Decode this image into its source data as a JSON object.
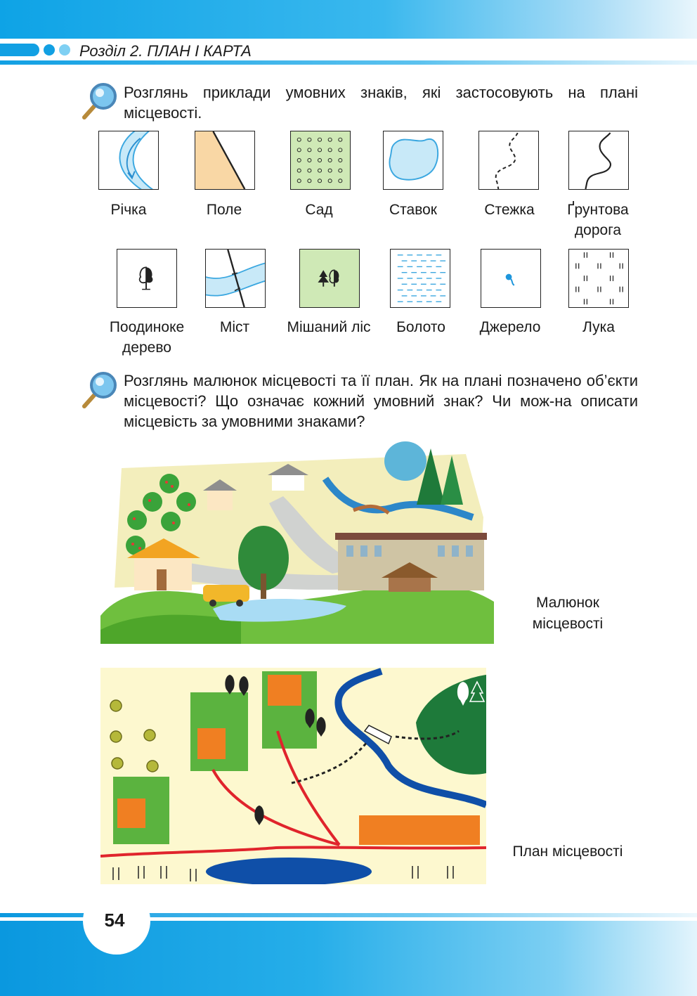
{
  "header": {
    "section_title": "Розділ 2. ПЛАН І КАРТА"
  },
  "tasks": {
    "task1": "Розглянь приклади умовних знаків, які застосовують на плані місцевості.",
    "task2": "Розглянь малюнок місцевості та її план. Як на плані позначено об’єкти місцевості? Що означає кожний умовний знак? Чи мож-на описати місцевість за умовними знаками?"
  },
  "symbols_row1": [
    {
      "label": "Річка",
      "icon": "river-icon"
    },
    {
      "label": "Поле",
      "icon": "field-icon"
    },
    {
      "label": "Сад",
      "icon": "orchard-icon"
    },
    {
      "label": "Ставок",
      "icon": "pond-icon"
    },
    {
      "label": "Стежка",
      "icon": "path-icon"
    },
    {
      "label": "Ґрунтова дорога",
      "icon": "dirt-road-icon"
    }
  ],
  "symbols_row2": [
    {
      "label": "Поодиноке дерево",
      "icon": "single-tree-icon"
    },
    {
      "label": "Міст",
      "icon": "bridge-icon"
    },
    {
      "label": "Мішаний ліс",
      "icon": "mixed-forest-icon"
    },
    {
      "label": "Болото",
      "icon": "swamp-icon"
    },
    {
      "label": "Джерело",
      "icon": "spring-icon"
    },
    {
      "label": "Лука",
      "icon": "meadow-icon"
    }
  ],
  "captions": {
    "picture": "Малюнок місцевості",
    "plan": "План місцевості"
  },
  "page_number": "54",
  "colors": {
    "accent_blue": "#12a0e3",
    "plan_background": "#fdf8cf",
    "plan_green": "#5bb33f",
    "plan_orange": "#f07f22",
    "plan_water": "#0f4fa8",
    "plan_road": "#e0242c"
  }
}
